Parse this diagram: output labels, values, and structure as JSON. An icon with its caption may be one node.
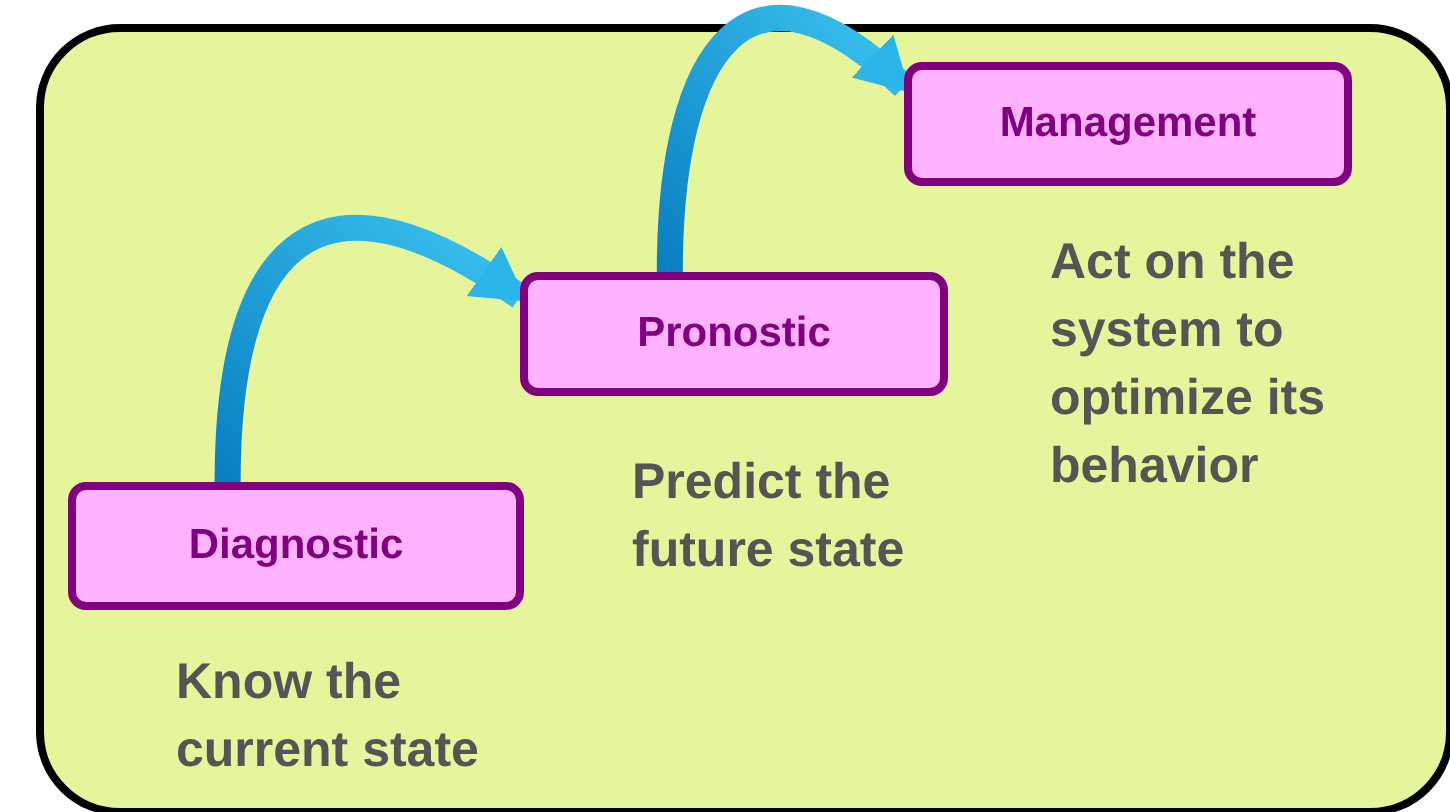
{
  "diagram": {
    "nodes": [
      {
        "text": [],
        "shape": "box"
      },
      {
        "text": [
          "Diagnostic"
        ],
        "in": 0,
        "beside": [
          "Know the current state"
        ]
      },
      {
        "text": [
          "Pronostic"
        ],
        "in": 0,
        "beside": [
          "Predict the future state"
        ]
      },
      {
        "text": [
          "Management"
        ],
        "in": 0,
        "beside": [
          "Act on the system to optimize its behavior"
        ]
      }
    ],
    "edges": [
      {
        "from": 1,
        "to": 2,
        "arrow": "to"
      },
      {
        "from": 2,
        "to": 3,
        "arrow": "to"
      }
    ]
  }
}
